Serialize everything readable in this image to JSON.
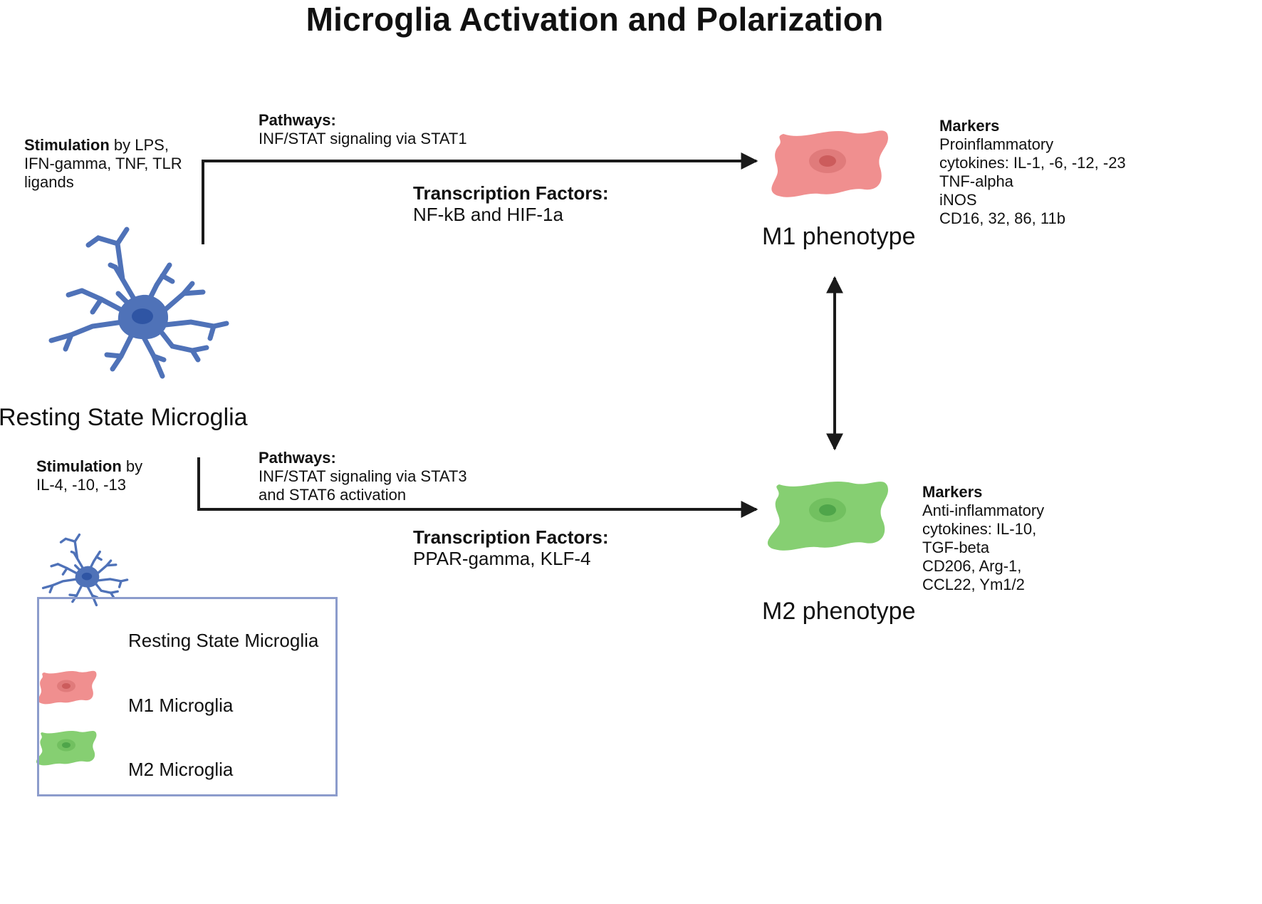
{
  "title": "Microglia Activation and Polarization",
  "resting": {
    "label": "Resting State Microglia",
    "stim_top": {
      "bold": "Stimulation",
      "rest": " by LPS,",
      "lines": [
        "IFN-gamma, TNF, TLR",
        "ligands"
      ]
    },
    "stim_bottom": {
      "bold": "Stimulation",
      "rest": " by",
      "lines": [
        "IL-4, -10, -13"
      ]
    }
  },
  "m1_path": {
    "pathways_label": "Pathways:",
    "pathways_lines": [
      "INF/STAT signaling via STAT1"
    ],
    "tf_label": "Transcription Factors:",
    "tf_value": "NF-kB and HIF-1a"
  },
  "m2_path": {
    "pathways_label": "Pathways:",
    "pathways_lines": [
      "INF/STAT signaling via STAT3",
      "and STAT6 activation"
    ],
    "tf_label": "Transcription Factors:",
    "tf_value": "PPAR-gamma, KLF-4"
  },
  "m1": {
    "label": "M1 phenotype",
    "markers_label": "Markers",
    "markers": [
      "Proinflammatory",
      "cytokines: IL-1, -6, -12, -23",
      "TNF-alpha",
      "iNOS",
      "CD16, 32, 86, 11b"
    ]
  },
  "m2": {
    "label": "M2 phenotype",
    "markers_label": "Markers",
    "markers": [
      "Anti-inflammatory",
      "cytokines: IL-10,",
      "TGF-beta",
      "CD206, Arg-1,",
      "CCL22, Ym1/2"
    ]
  },
  "legend": {
    "items": [
      "Resting State Microglia",
      "M1 Microglia",
      "M2 Microglia"
    ]
  },
  "colors": {
    "resting_fill": "#4f72b8",
    "resting_nucleus": "#2f55a4",
    "m1_fill": "#f08f8f",
    "m1_nucleus": "#d96565",
    "m2_fill": "#86cf72",
    "m2_nucleus": "#5fb44e",
    "arrow": "#1a1a1a",
    "legend_border": "#8c9ccc"
  }
}
